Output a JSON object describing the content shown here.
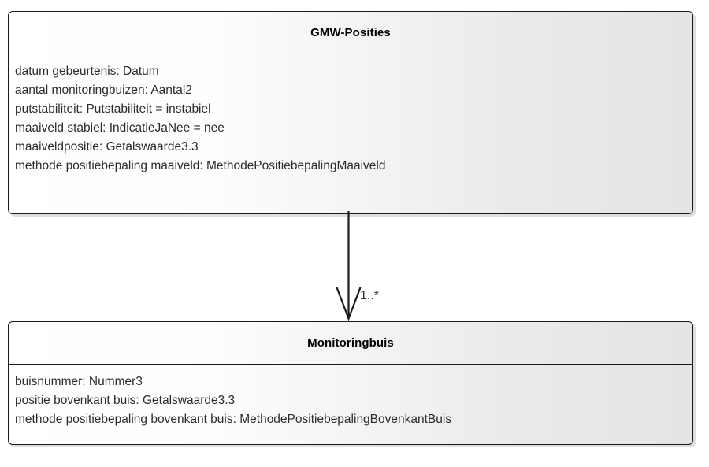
{
  "diagram": {
    "type": "uml-class-diagram",
    "classes": [
      {
        "name": "GMW-Posities",
        "attributes": [
          "datum gebeurtenis: Datum",
          "aantal monitoringbuizen: Aantal2",
          "putstabiliteit: Putstabiliteit = instabiel",
          "maaiveld stabiel: IndicatieJaNee = nee",
          "maaiveldpositie: Getalswaarde3.3",
          "methode positiebepaling maaiveld: MethodePositiebepalingMaaiveld"
        ]
      },
      {
        "name": "Monitoringbuis",
        "attributes": [
          "buisnummer: Nummer3",
          "positie bovenkant buis: Getalswaarde3.3",
          "methode positiebepaling bovenkant buis: MethodePositiebepalingBovenkantBuis"
        ]
      }
    ],
    "association": {
      "from": "GMW-Posities",
      "to": "Monitoringbuis",
      "multiplicity": "1..*",
      "arrow": "open-arrowhead"
    },
    "colors": {
      "border": "#1a1a1a",
      "header_gradient_start": "#ffffff",
      "header_gradient_end": "#e4e4e4",
      "text": "#2b2b2b",
      "shadow": "#bdbdbd"
    }
  }
}
